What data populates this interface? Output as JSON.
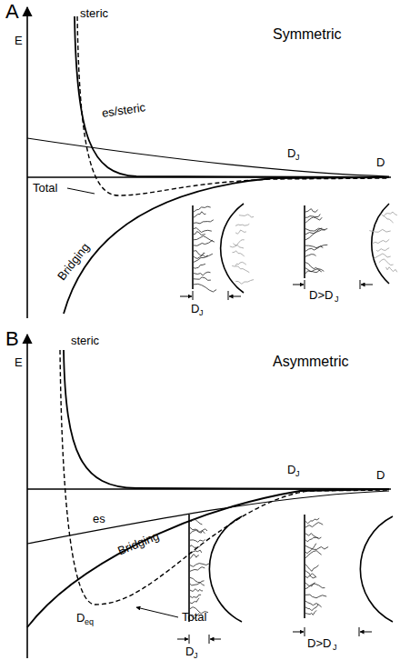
{
  "diagram": {
    "labels": [
      "A",
      "E",
      "steric",
      "Symmetric",
      "es/steric",
      "D",
      "J",
      "D",
      "Total",
      "Bridging",
      "D",
      "J",
      "D>D",
      "J",
      "B",
      "E",
      "steric",
      "Asymmetric",
      "D",
      "J",
      "D",
      "es",
      "Bridging",
      "D",
      "eq",
      "Total",
      "D",
      "J",
      "D>D",
      "J"
    ]
  }
}
